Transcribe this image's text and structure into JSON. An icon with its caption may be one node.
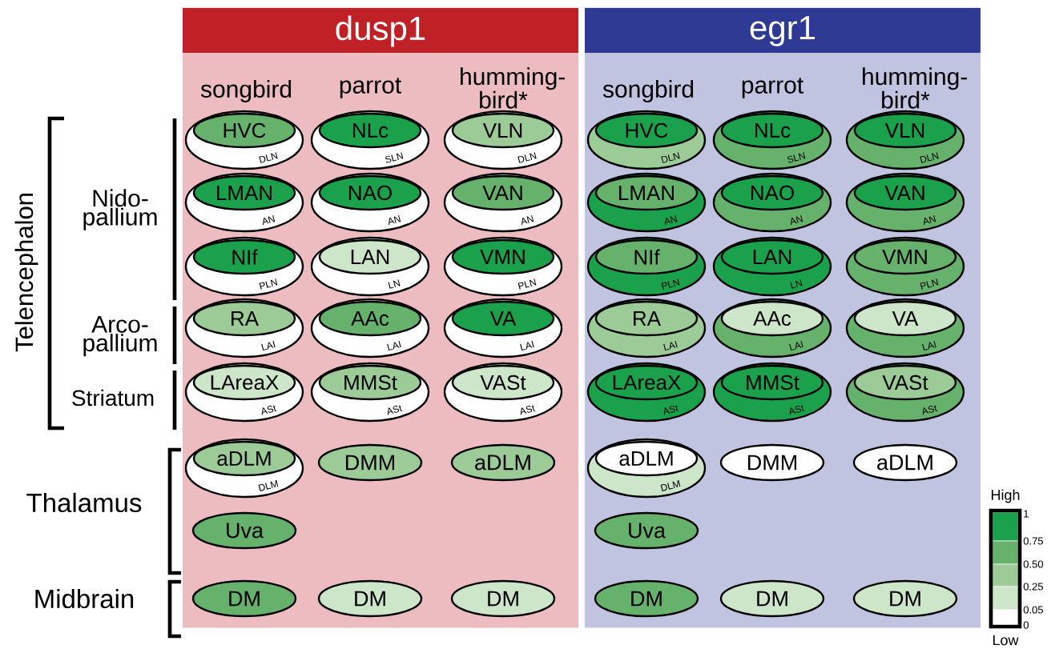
{
  "diagram": {
    "nodes": [
      {
        "text": [
          "dusp1"
        ]
      },
      {
        "text": [
          "DLN"
        ],
        "in": 0
      },
      {
        "text": [
          "HVC"
        ],
        "in": 1
      },
      {
        "text": [
          "SLN"
        ],
        "in": 0
      },
      {
        "text": [
          "NLc"
        ],
        "in": 3
      },
      {
        "text": [
          "DLN"
        ],
        "in": 0
      },
      {
        "text": [
          "VLN"
        ],
        "in": 5
      },
      {
        "text": [
          "AN"
        ],
        "in": 0
      },
      {
        "text": [
          "LMAN"
        ],
        "in": 7
      },
      {
        "text": [
          "AN"
        ],
        "in": 0
      },
      {
        "text": [
          "NAO"
        ],
        "in": 9
      },
      {
        "text": [
          "AN"
        ],
        "in": 0
      },
      {
        "text": [
          "VAN"
        ],
        "in": 11
      },
      {
        "text": [
          "PLN"
        ],
        "in": 0
      },
      {
        "text": [
          "NIf"
        ],
        "in": 13
      },
      {
        "text": [
          "LN"
        ],
        "in": 0
      },
      {
        "text": [
          "LAN"
        ],
        "in": 15
      },
      {
        "text": [
          "PLN"
        ],
        "in": 0
      },
      {
        "text": [
          "VMN"
        ],
        "in": 17
      },
      {
        "text": [
          "LAI"
        ],
        "in": 0
      },
      {
        "text": [
          "RA"
        ],
        "in": 19
      },
      {
        "text": [
          "LAI"
        ],
        "in": 0
      },
      {
        "text": [
          "AAc"
        ],
        "in": 21
      },
      {
        "text": [
          "LAI"
        ],
        "in": 0
      },
      {
        "text": [
          "VA"
        ],
        "in": 23
      },
      {
        "text": [
          "ASt"
        ],
        "in": 0
      },
      {
        "text": [
          "LAreaX"
        ],
        "in": 25
      },
      {
        "text": [
          "ASt"
        ],
        "in": 0
      },
      {
        "text": [
          "MMSt"
        ],
        "in": 27
      },
      {
        "text": [
          "ASt"
        ],
        "in": 0
      },
      {
        "text": [
          "VASt"
        ],
        "in": 29
      },
      {
        "text": [
          "DLM"
        ],
        "in": 0
      },
      {
        "text": [
          "aDLM"
        ],
        "in": 31
      },
      {
        "text": [
          "DMM"
        ],
        "in": 0
      },
      {
        "text": [
          "aDLM"
        ],
        "in": 0
      },
      {
        "text": [
          "Uva"
        ],
        "in": 0
      },
      {
        "text": [
          "DM"
        ],
        "in": 0
      },
      {
        "text": [
          "DM"
        ],
        "in": 0
      },
      {
        "text": [
          "DM"
        ],
        "in": 0
      },
      {
        "text": [
          "egr1"
        ]
      },
      {
        "text": [
          "DLN"
        ],
        "in": 39
      },
      {
        "text": [
          "HVC"
        ],
        "in": 40
      },
      {
        "text": [
          "SLN"
        ],
        "in": 39
      },
      {
        "text": [
          "NLc"
        ],
        "in": 42
      },
      {
        "text": [
          "DLN"
        ],
        "in": 39
      },
      {
        "text": [
          "VLN"
        ],
        "in": 44
      },
      {
        "text": [
          "AN"
        ],
        "in": 39
      },
      {
        "text": [
          "LMAN"
        ],
        "in": 46
      },
      {
        "text": [
          "AN"
        ],
        "in": 39
      },
      {
        "text": [
          "NAO"
        ],
        "in": 48
      },
      {
        "text": [
          "AN"
        ],
        "in": 39
      },
      {
        "text": [
          "VAN"
        ],
        "in": 50
      },
      {
        "text": [
          "PLN"
        ],
        "in": 39
      },
      {
        "text": [
          "NIf"
        ],
        "in": 52
      },
      {
        "text": [
          "LN"
        ],
        "in": 39
      },
      {
        "text": [
          "LAN"
        ],
        "in": 54
      },
      {
        "text": [
          "PLN"
        ],
        "in": 39
      },
      {
        "text": [
          "VMN"
        ],
        "in": 56
      },
      {
        "text": [
          "LAI"
        ],
        "in": 39
      },
      {
        "text": [
          "RA"
        ],
        "in": 58
      },
      {
        "text": [
          "LAI"
        ],
        "in": 39
      },
      {
        "text": [
          "AAc"
        ],
        "in": 60
      },
      {
        "text": [
          "LAI"
        ],
        "in": 39
      },
      {
        "text": [
          "VA"
        ],
        "in": 62
      },
      {
        "text": [
          "ASt"
        ],
        "in": 39
      },
      {
        "text": [
          "LAreaX"
        ],
        "in": 64
      },
      {
        "text": [
          "ASt"
        ],
        "in": 39
      },
      {
        "text": [
          "MMSt"
        ],
        "in": 66
      },
      {
        "text": [
          "ASt"
        ],
        "in": 39
      },
      {
        "text": [
          "VASt"
        ],
        "in": 68
      },
      {
        "text": [
          "DLM"
        ],
        "in": 39
      },
      {
        "text": [
          "aDLM"
        ],
        "in": 70
      },
      {
        "text": [
          "DMM"
        ],
        "in": 39
      },
      {
        "text": [
          "aDLM"
        ],
        "in": 39
      },
      {
        "text": [
          "Uva"
        ],
        "in": 39
      },
      {
        "text": [
          "DM"
        ],
        "in": 39
      },
      {
        "text": [
          "DM"
        ],
        "in": 39
      },
      {
        "text": [
          "DM"
        ],
        "in": 39
      }
    ],
    "labels": [
      "songbird",
      "parrot",
      "humming- bird*",
      "songbird",
      "parrot",
      "humming- bird*",
      "Telencephalon",
      "Nido- pallium",
      "Arco- pallium",
      "Striatum",
      "Thalamus",
      "Midbrain",
      "High",
      "1",
      "Low"
    ],
    "legend": [
      {
        "text": "0.75",
        "color": "#1ba14b"
      },
      {
        "text": "0.50",
        "color": "#66b26c"
      },
      {
        "text": "0.25",
        "color": "#9ccb98"
      },
      {
        "text": "0.05",
        "color": "#cde5c9"
      },
      {
        "text": "0",
        "color": "#ffffff"
      }
    ]
  }
}
